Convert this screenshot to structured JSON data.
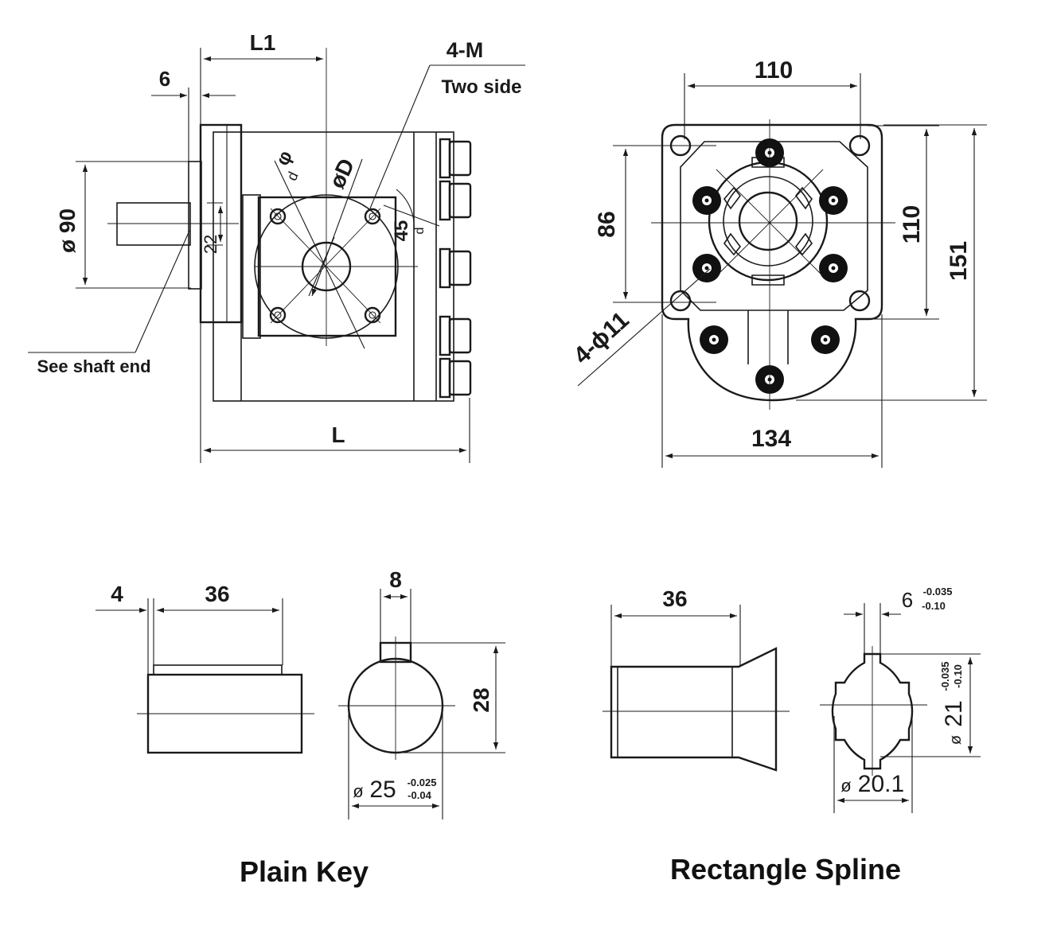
{
  "side_view": {
    "dim_L1": "L1",
    "dim_6": "6",
    "dim_4M": "4-M",
    "two_side": "Two side",
    "dim_phi": "φ",
    "dim_d_small": "d",
    "dim_phiD": "øD",
    "dim_45": "45",
    "dim_d_right": "d",
    "dim_phi90": "ø 90",
    "dim_22": "22",
    "see_shaft_end": "See shaft end",
    "dim_L": "L"
  },
  "front_view": {
    "dim_110_top": "110",
    "dim_86": "86",
    "dim_110_right": "110",
    "dim_151": "151",
    "dim_4phi11": "4-ϕ11",
    "dim_134": "134"
  },
  "plain_key": {
    "dim_4": "4",
    "dim_36": "36",
    "dim_8": "8",
    "dim_28": "28",
    "dia_symbol": "ø",
    "dia_value": "25",
    "tol_upper": "-0.025",
    "tol_lower": "-0.04",
    "caption": "Plain Key"
  },
  "rect_spline": {
    "dim_36": "36",
    "width_value": "6",
    "width_tol_upper": "-0.035",
    "width_tol_lower": "-0.10",
    "outer_dia_symbol": "ø",
    "outer_dia_value": "21",
    "outer_tol_upper": "-0.035",
    "outer_tol_lower": "-0.10",
    "inner_dia_symbol": "ø",
    "inner_dia_value": "20.1",
    "caption": "Rectangle Spline"
  }
}
